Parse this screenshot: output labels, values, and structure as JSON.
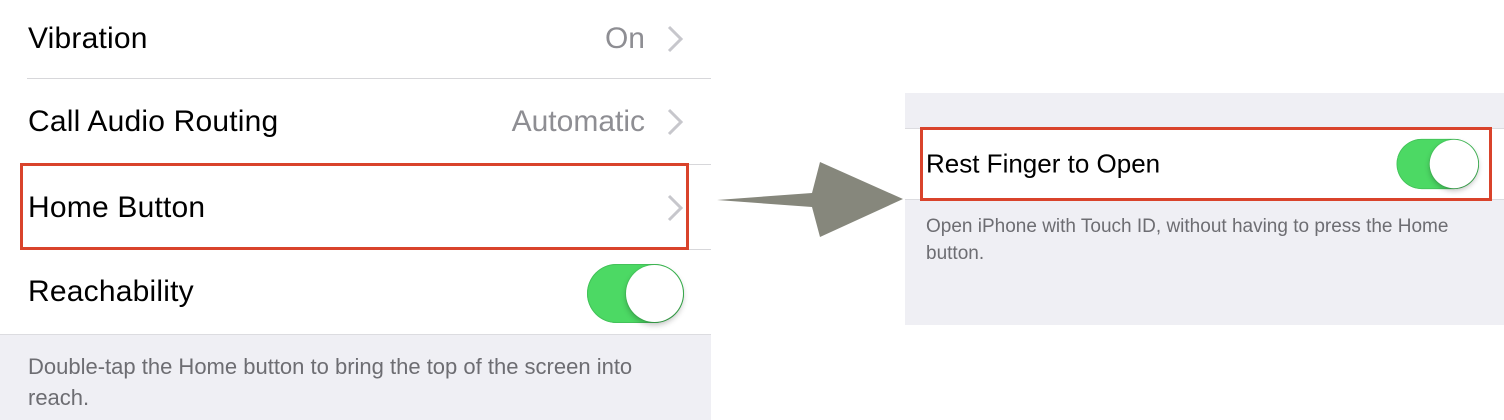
{
  "left_panel": {
    "rows": [
      {
        "label": "Vibration",
        "value": "On",
        "type": "disclosure"
      },
      {
        "label": "Call Audio Routing",
        "value": "Automatic",
        "type": "disclosure"
      },
      {
        "label": "Home Button",
        "value": "",
        "type": "disclosure",
        "highlighted": true
      },
      {
        "label": "Reachability",
        "type": "toggle",
        "state": "on"
      }
    ],
    "footer_note": "Double-tap the Home button to bring the top of the screen into reach."
  },
  "arrow": {
    "direction": "right",
    "color": "#86877c"
  },
  "right_panel": {
    "row": {
      "label": "Rest Finger to Open",
      "type": "toggle",
      "state": "on",
      "highlighted": true
    },
    "footer_note": "Open iPhone with Touch ID, without having to press the Home button."
  },
  "colors": {
    "toggle_on": "#4cd964",
    "highlight": "#d9432b",
    "grouped_background": "#efeff4",
    "secondary_text": "#8e8e93",
    "footer_text": "#6d6d72"
  }
}
